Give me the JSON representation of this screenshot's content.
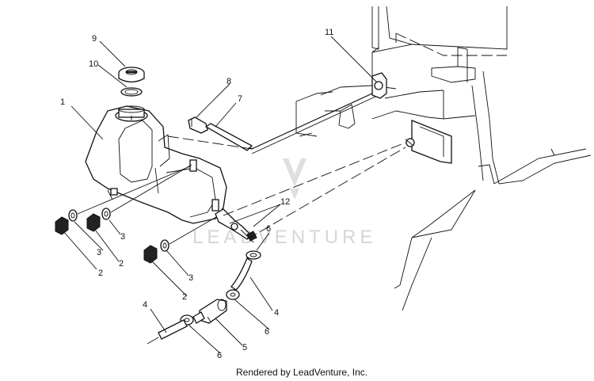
{
  "watermark": "LEADVENTURE",
  "footer": "Rendered by LeadVenture, Inc.",
  "callouts": [
    {
      "id": "c1",
      "label": "1"
    },
    {
      "id": "c2a",
      "label": "2"
    },
    {
      "id": "c2b",
      "label": "2"
    },
    {
      "id": "c2c",
      "label": "2"
    },
    {
      "id": "c3a",
      "label": "3"
    },
    {
      "id": "c3b",
      "label": "3"
    },
    {
      "id": "c3c",
      "label": "3"
    },
    {
      "id": "c4a",
      "label": "4"
    },
    {
      "id": "c4b",
      "label": "4"
    },
    {
      "id": "c5",
      "label": "5"
    },
    {
      "id": "c6a",
      "label": "6"
    },
    {
      "id": "c6b",
      "label": "6"
    },
    {
      "id": "c6c",
      "label": "6"
    },
    {
      "id": "c7",
      "label": "7"
    },
    {
      "id": "c8",
      "label": "8"
    },
    {
      "id": "c9",
      "label": "9"
    },
    {
      "id": "c10",
      "label": "10"
    },
    {
      "id": "c11",
      "label": "11"
    },
    {
      "id": "c12",
      "label": "12"
    }
  ]
}
